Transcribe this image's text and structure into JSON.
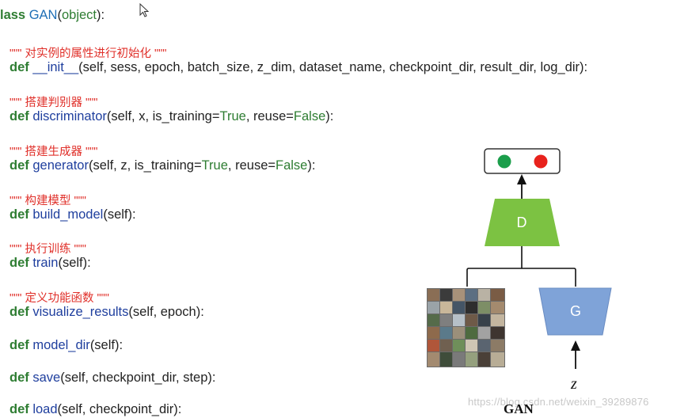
{
  "code": {
    "class_line": {
      "keyword": "lass",
      "name": "GAN",
      "base": "object"
    },
    "methods": [
      {
        "doc": "\"\"\" 对实例的属性进行初始化 \"\"\"",
        "name": "__init__",
        "args": "(self, sess, epoch, batch_size, z_dim, dataset_name, checkpoint_dir, result_dir, log_dir):"
      },
      {
        "doc": "\"\"\" 搭建判别器 \"\"\"",
        "name": "discriminator",
        "args_pre": "(self, x, is_training=",
        "b1": "True",
        "mid": ", reuse=",
        "b2": "False",
        "end": "):"
      },
      {
        "doc": "\"\"\" 搭建生成器 \"\"\"",
        "name": "generator",
        "args_pre": "(self, z, is_training=",
        "b1": "True",
        "mid": ", reuse=",
        "b2": "False",
        "end": "):"
      },
      {
        "doc": "\"\"\" 构建模型 \"\"\"",
        "name": "build_model",
        "args": "(self):"
      },
      {
        "doc": "\"\"\" 执行训练 \"\"\"",
        "name": "train",
        "args": "(self):"
      },
      {
        "doc": "\"\"\" 定义功能函数 \"\"\"",
        "name": "visualize_results",
        "args": "(self, epoch):"
      },
      {
        "name": "model_dir",
        "args": "(self):"
      },
      {
        "name": "save",
        "args": "(self, checkpoint_dir, step):"
      },
      {
        "name": "load",
        "args": "(self, checkpoint_dir):"
      }
    ],
    "def_keyword": "def"
  },
  "diagram": {
    "discriminator_label": "D",
    "generator_label": "G",
    "z_label": "z",
    "title": "GAN",
    "colors": {
      "discriminator": "#7cc242",
      "generator": "#7fa3d8",
      "real": "#1b9e4b",
      "fake": "#e8221c"
    }
  },
  "watermark": "https://blog.csdn.net/weixin_39289876"
}
